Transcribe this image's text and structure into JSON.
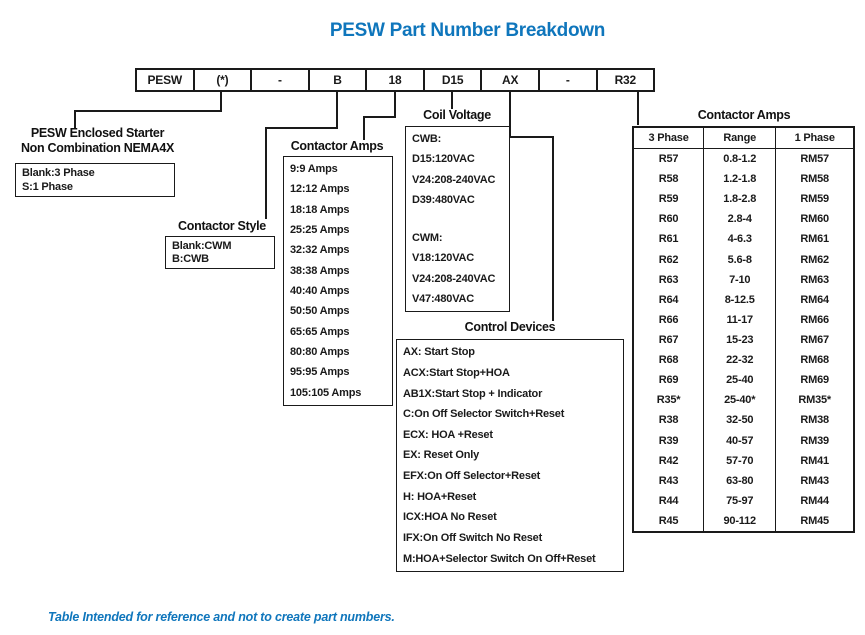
{
  "title": "PESW Part Number Breakdown",
  "accent_color": "#0f76bc",
  "part_number": {
    "segments": [
      "PESW",
      "(*)",
      "-",
      "B",
      "18",
      "D15",
      "AX",
      "-",
      "R32"
    ]
  },
  "enclosed_starter": {
    "heading_line1": "PESW Enclosed Starter",
    "heading_line2": "Non Combination NEMA4X",
    "options": [
      "Blank:3 Phase",
      "S:1 Phase"
    ]
  },
  "contactor_style": {
    "heading": "Contactor Style",
    "options": [
      "Blank:CWM",
      "B:CWB"
    ]
  },
  "contactor_amps_list": {
    "heading": "Contactor Amps",
    "options": [
      "9:9 Amps",
      "12:12 Amps",
      "18:18 Amps",
      "25:25 Amps",
      "32:32 Amps",
      "38:38 Amps",
      "40:40 Amps",
      "50:50 Amps",
      "65:65 Amps",
      "80:80 Amps",
      "95:95 Amps",
      "105:105 Amps"
    ]
  },
  "coil_voltage": {
    "heading": "Coil Voltage",
    "options": [
      "CWB:",
      "D15:120VAC",
      "V24:208-240VAC",
      "D39:480VAC",
      "",
      "CWM:",
      "V18:120VAC",
      "V24:208-240VAC",
      "V47:480VAC"
    ]
  },
  "control_devices": {
    "heading": "Control Devices",
    "options": [
      "AX: Start Stop",
      "ACX:Start Stop+HOA",
      "AB1X:Start Stop + Indicator",
      "C:On Off Selector Switch+Reset",
      "ECX: HOA +Reset",
      "EX: Reset Only",
      "EFX:On Off Selector+Reset",
      "H: HOA+Reset",
      "ICX:HOA No Reset",
      "IFX:On Off Switch No Reset",
      "M:HOA+Selector Switch On Off+Reset"
    ]
  },
  "contactor_amps_table": {
    "heading": "Contactor Amps",
    "columns": [
      "3 Phase",
      "Range",
      "1 Phase"
    ],
    "rows": [
      {
        "p3": "R57",
        "range": "0.8-1.2",
        "p1": "RM57"
      },
      {
        "p3": "R58",
        "range": "1.2-1.8",
        "p1": "RM58"
      },
      {
        "p3": "R59",
        "range": "1.8-2.8",
        "p1": "RM59"
      },
      {
        "p3": "R60",
        "range": "2.8-4",
        "p1": "RM60"
      },
      {
        "p3": "R61",
        "range": "4-6.3",
        "p1": "RM61"
      },
      {
        "p3": "R62",
        "range": "5.6-8",
        "p1": "RM62"
      },
      {
        "p3": "R63",
        "range": "7-10",
        "p1": "RM63"
      },
      {
        "p3": "R64",
        "range": "8-12.5",
        "p1": "RM64"
      },
      {
        "p3": "R66",
        "range": "11-17",
        "p1": "RM66"
      },
      {
        "p3": "R67",
        "range": "15-23",
        "p1": "RM67"
      },
      {
        "p3": "R68",
        "range": "22-32",
        "p1": "RM68"
      },
      {
        "p3": "R69",
        "range": "25-40",
        "p1": "RM69"
      },
      {
        "p3": "R35*",
        "range": "25-40*",
        "p1": "RM35*"
      },
      {
        "p3": "R38",
        "range": "32-50",
        "p1": "RM38"
      },
      {
        "p3": "R39",
        "range": "40-57",
        "p1": "RM39"
      },
      {
        "p3": "R42",
        "range": "57-70",
        "p1": "RM41"
      },
      {
        "p3": "R43",
        "range": "63-80",
        "p1": "RM43"
      },
      {
        "p3": "R44",
        "range": "75-97",
        "p1": "RM44"
      },
      {
        "p3": "R45",
        "range": "90-112",
        "p1": "RM45"
      }
    ]
  },
  "footnote": "Table Intended for reference and not to create part numbers."
}
